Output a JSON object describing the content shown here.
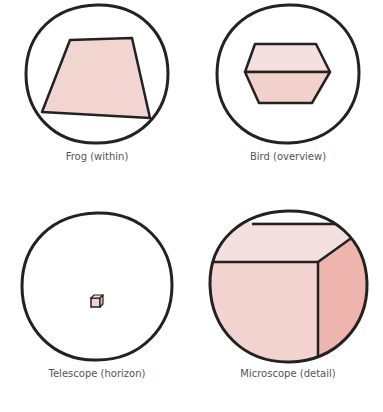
{
  "diagram": {
    "labels": [
      "Frog (within)",
      "Bird (overview)",
      "Telescope (horizon)",
      "Microscope (detail)"
    ]
  }
}
